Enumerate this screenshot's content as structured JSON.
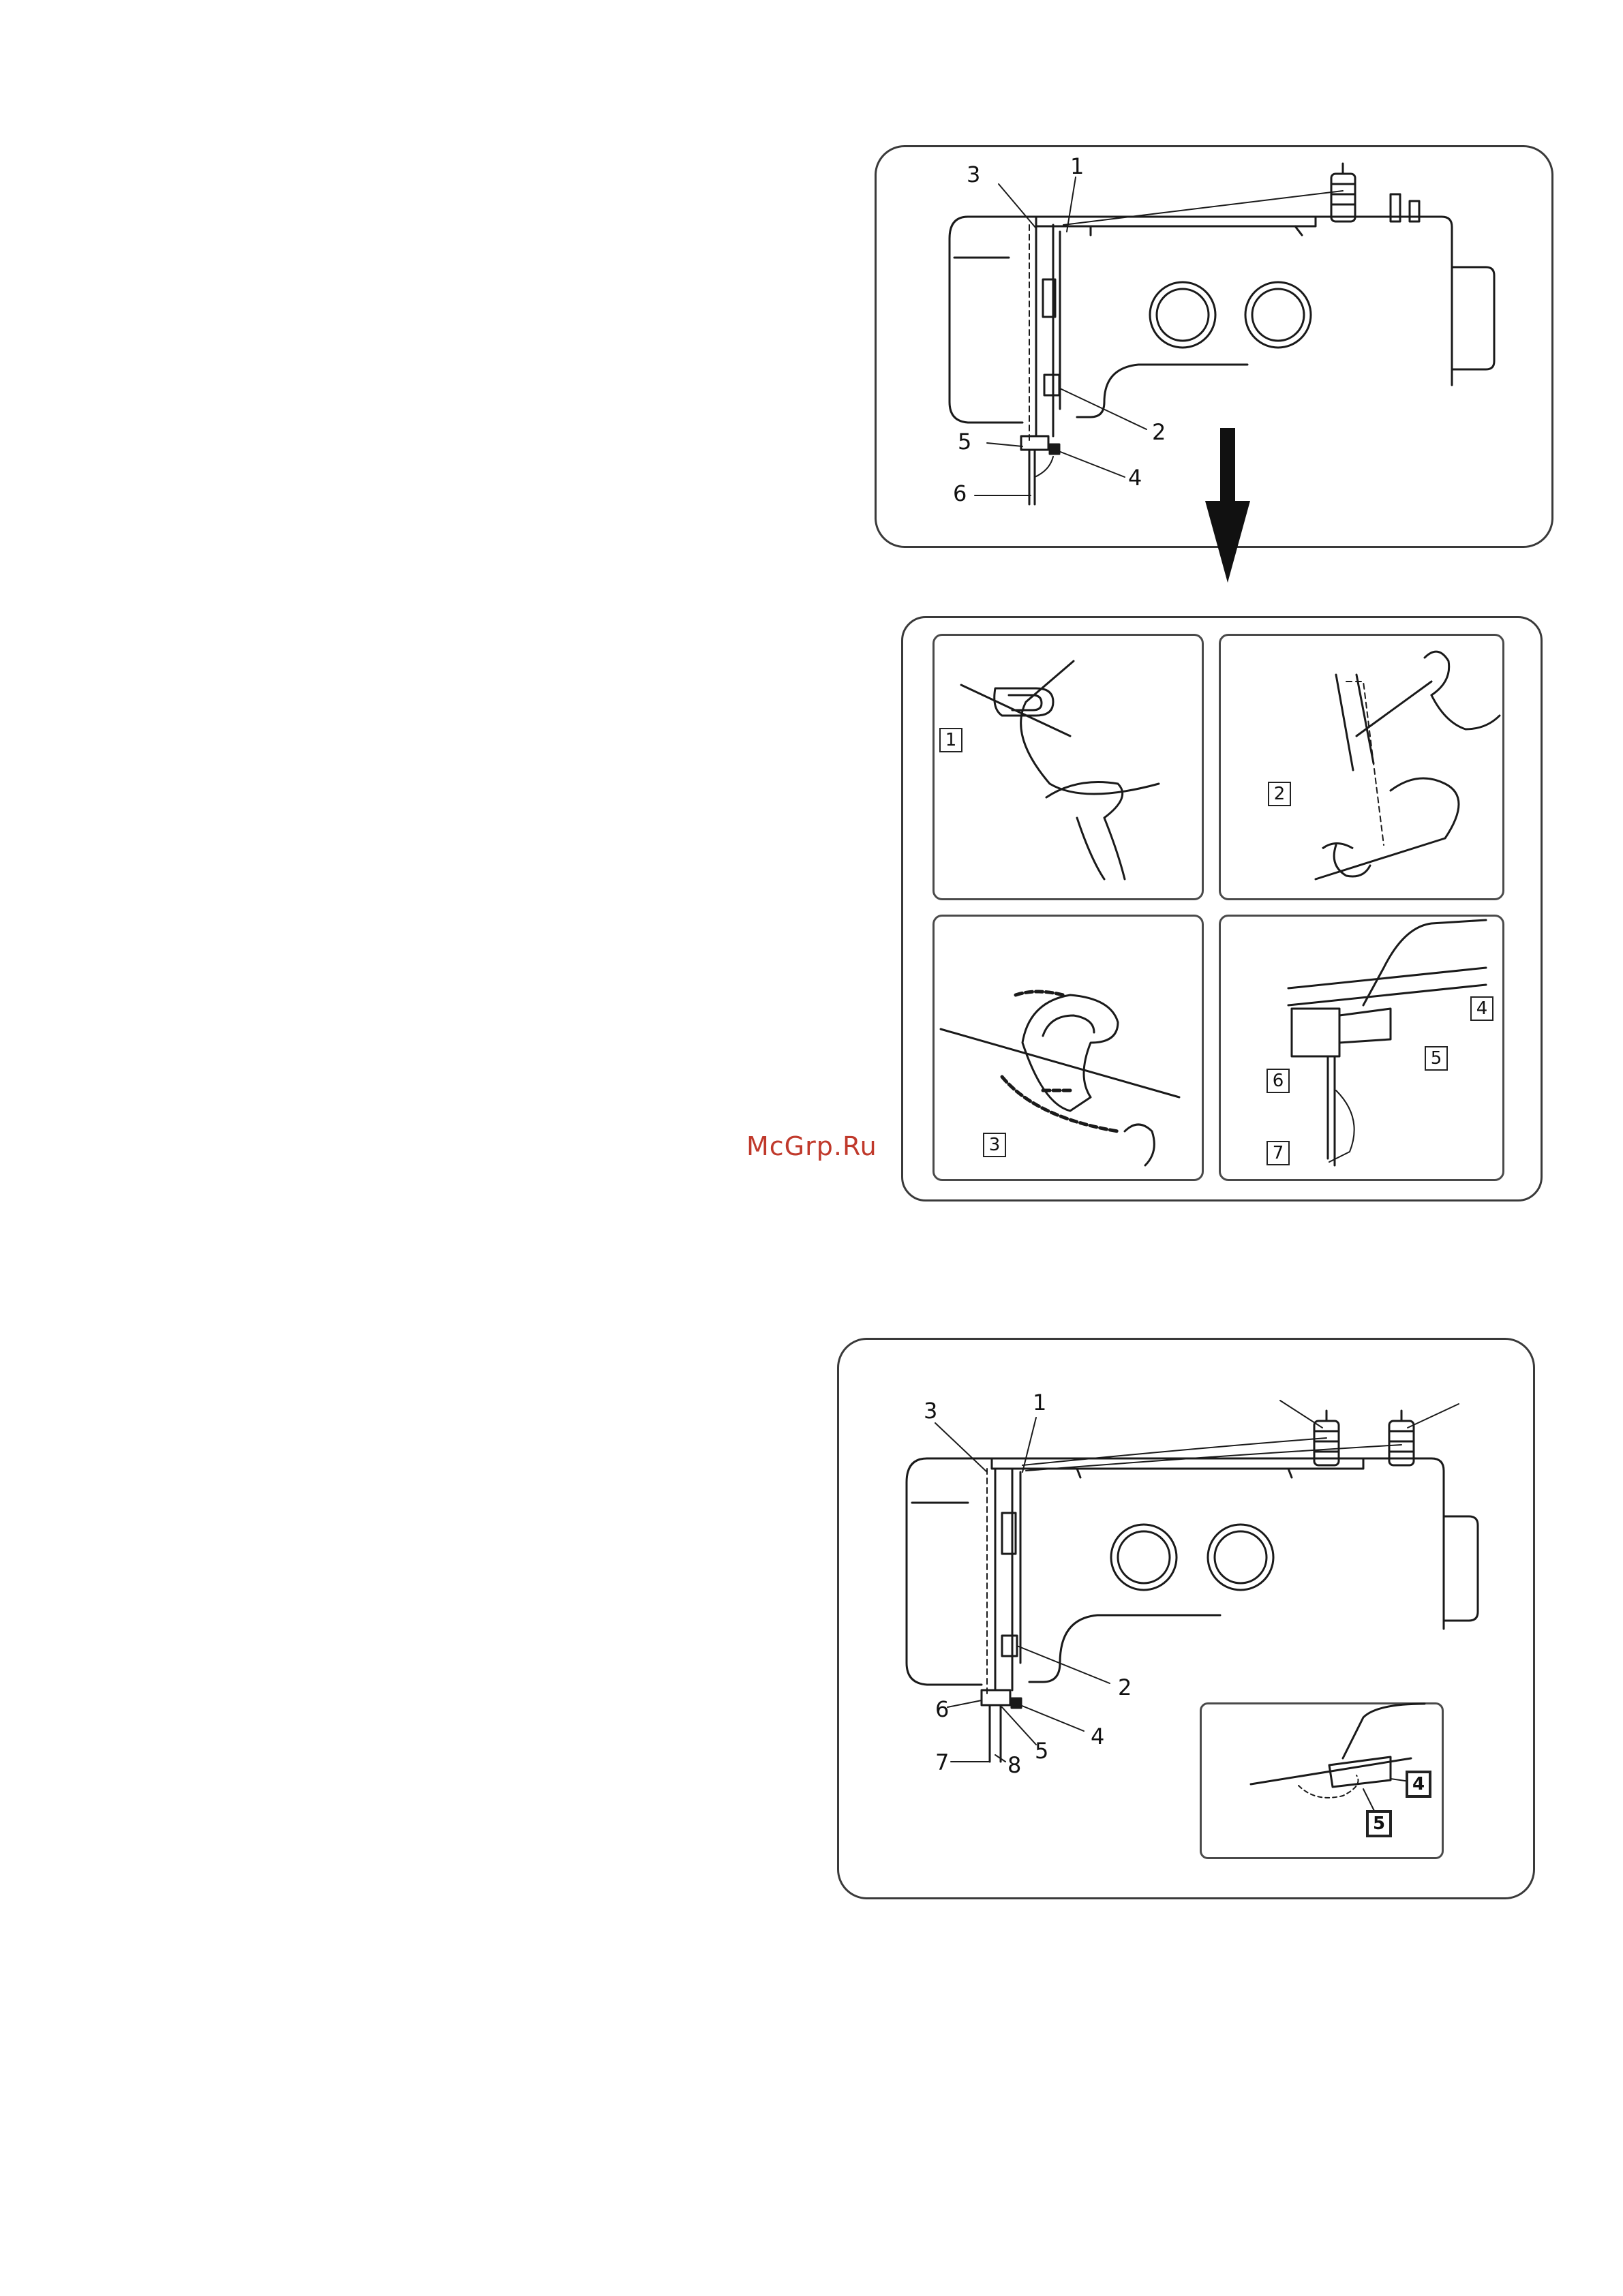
{
  "colors": {
    "line": "#1a1a1a",
    "frame": "#3a3a3a",
    "watermark": "#c0392b"
  },
  "figure1": {
    "labels": [
      "1",
      "2",
      "3",
      "4",
      "5",
      "6"
    ]
  },
  "figure2": {
    "step_labels": [
      "1",
      "2",
      "3",
      "4",
      "5",
      "6",
      "7"
    ]
  },
  "figure3": {
    "labels": [
      "1",
      "2",
      "3",
      "4",
      "5",
      "6",
      "7",
      "8"
    ],
    "inset_labels": [
      "4",
      "5"
    ]
  },
  "watermark": "McGrp.Ru",
  "icons": [
    "down-arrow-icon"
  ]
}
